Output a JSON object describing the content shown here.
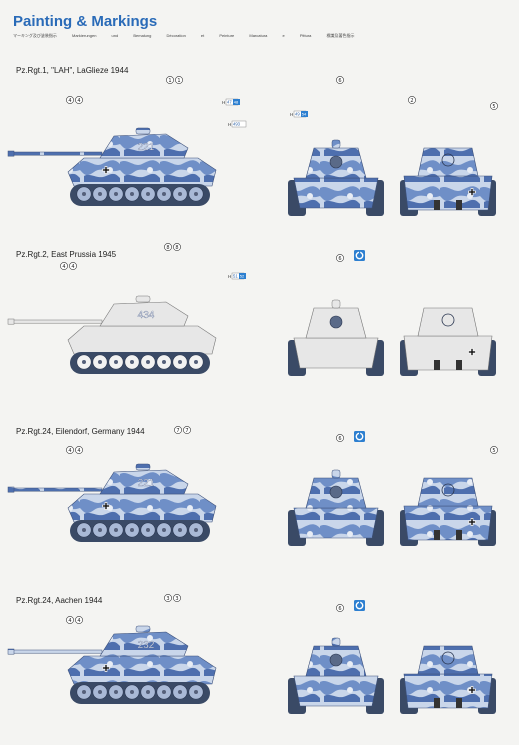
{
  "page": {
    "title": "Painting & Markings",
    "subline": "マーキング及び塗装指示  Markierungen und Bemalung  Décoration et Peinture  Marcatura e Pittura  標識及著色指示"
  },
  "colors": {
    "title_blue": "#2a6bb8",
    "camo_base": "#c9d6ea",
    "camo_blue": "#6f8fc7",
    "camo_dark": "#4e6fae",
    "track": "#3a4a66",
    "white_tank": "#e7e7e7",
    "decal_box": "#2d7fd0"
  },
  "sections": [
    {
      "label": "Pz.Rgt.1, \"LAH\", LaGlieze 1944",
      "turret_number": "221",
      "scheme": "camo",
      "callouts": {
        "side_a": [
          "1",
          "1"
        ],
        "side_b": [
          "4",
          "4"
        ],
        "front": "6",
        "rear_a": "2",
        "rear_b": "5"
      },
      "decal_refs": [
        {
          "prefix": "H",
          "code": "47",
          "box": "48"
        },
        {
          "prefix": "H",
          "code": "493",
          "box": ""
        },
        {
          "prefix": "H",
          "code": "49",
          "box": "54"
        }
      ],
      "icon": ""
    },
    {
      "label": "Pz.Rgt.2, East Prussia 1945",
      "turret_number": "434",
      "scheme": "white",
      "callouts": {
        "side_a": [
          "8",
          "8"
        ],
        "side_b": [
          "4",
          "4"
        ],
        "front": "6",
        "rear_a": "",
        "rear_b": ""
      },
      "decal_refs": [
        {
          "prefix": "H",
          "code": "51",
          "box": "52"
        }
      ],
      "icon": "decal-badge-icon"
    },
    {
      "label": "Pz.Rgt.24, Eilendorf, Germany 1944",
      "turret_number": "221",
      "scheme": "camo",
      "callouts": {
        "side_a": [
          "7",
          "7"
        ],
        "side_b": [
          "4",
          "4"
        ],
        "front": "6",
        "rear_a": "",
        "rear_b": "5"
      },
      "decal_refs": [],
      "icon": "decal-badge-icon"
    },
    {
      "label": "Pz.Rgt.24, Aachen 1944",
      "turret_number": "232",
      "scheme": "camo",
      "callouts": {
        "side_a": [
          "3",
          "3"
        ],
        "side_b": [
          "4",
          "4"
        ],
        "front": "6",
        "rear_a": "",
        "rear_b": ""
      },
      "decal_refs": [],
      "icon": "decal-badge-icon"
    }
  ]
}
